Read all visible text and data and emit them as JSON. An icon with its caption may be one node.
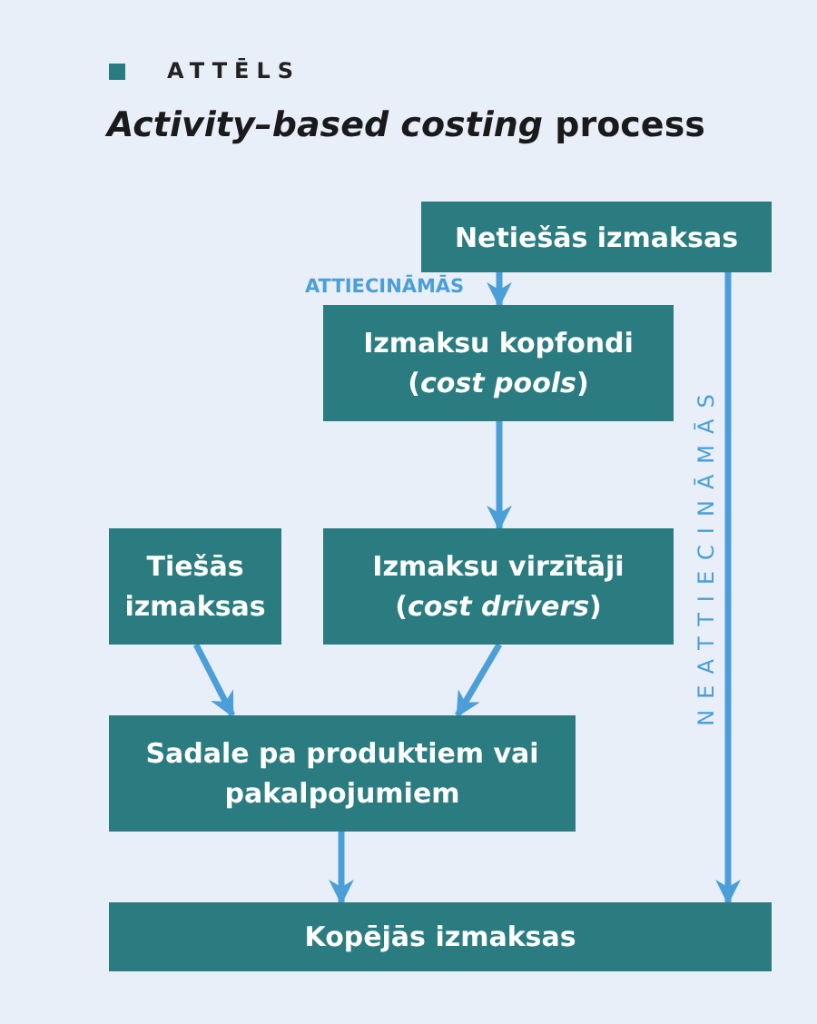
{
  "diagram": {
    "title": "*Activity–based costing* process",
    "nodes": [
      {
        "text": [
          "Netiešās izmaksas"
        ]
      },
      {
        "text": [
          "Izmaksu kopfondi (*cost pools*)"
        ]
      },
      {
        "text": [
          "Tiešās izmaksas"
        ]
      },
      {
        "text": [
          "Izmaksu virzītāji (*cost drivers*)"
        ]
      },
      {
        "text": [
          "Sadale pa produktiem vai pakalpojumiem"
        ]
      },
      {
        "text": [
          "Kopējās izmaksas"
        ]
      }
    ],
    "edges": [
      {
        "from": 0,
        "to": 1,
        "arrow": "to",
        "label": "ATTIECINĀMĀS"
      },
      {
        "from": 1,
        "to": 3,
        "arrow": "to"
      },
      {
        "from": 2,
        "to": 4,
        "arrow": "to"
      },
      {
        "from": 3,
        "to": 4,
        "arrow": "to"
      },
      {
        "from": 4,
        "to": 5,
        "arrow": "to"
      },
      {
        "from": 0,
        "to": 5,
        "arrow": "to",
        "label": "NEATTIECINĀMĀS"
      }
    ],
    "labels": [
      "ATTĒLS"
    ]
  }
}
